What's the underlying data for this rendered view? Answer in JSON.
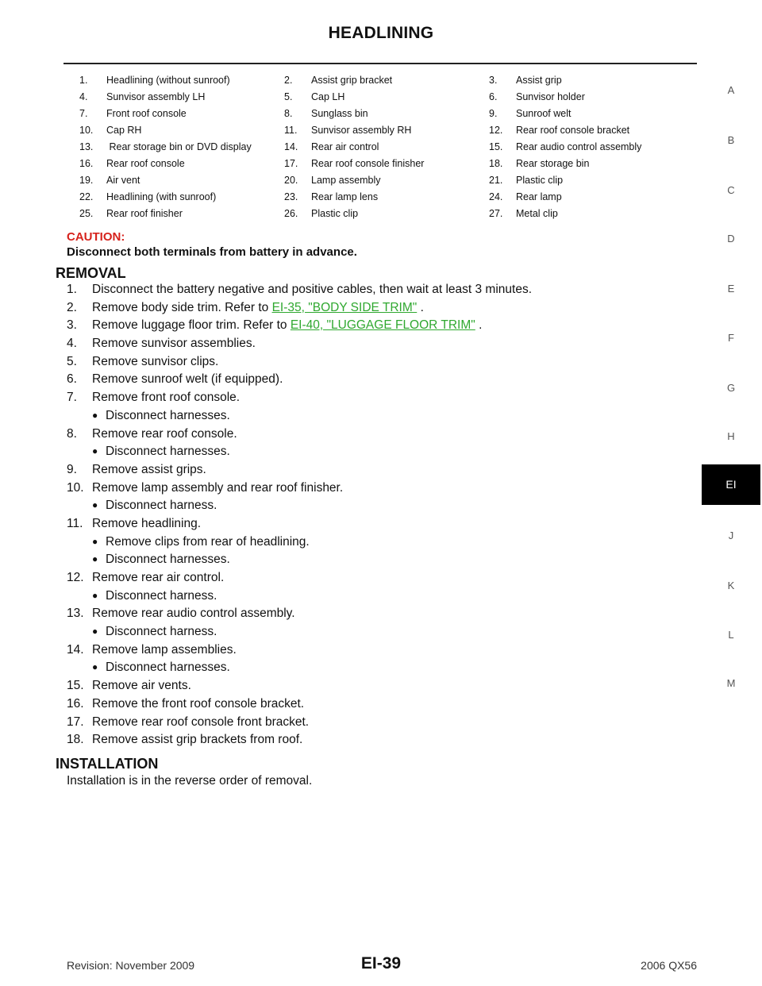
{
  "header": {
    "title": "HEADLINING"
  },
  "legend": [
    [
      {
        "n": "1.",
        "t": "Headlining (without sunroof)"
      },
      {
        "n": "2.",
        "t": "Assist grip bracket"
      },
      {
        "n": "3.",
        "t": "Assist grip"
      }
    ],
    [
      {
        "n": "4.",
        "t": "Sunvisor assembly LH"
      },
      {
        "n": "5.",
        "t": "Cap LH"
      },
      {
        "n": "6.",
        "t": "Sunvisor holder"
      }
    ],
    [
      {
        "n": "7.",
        "t": "Front roof console"
      },
      {
        "n": "8.",
        "t": "Sunglass bin"
      },
      {
        "n": "9.",
        "t": "Sunroof welt"
      }
    ],
    [
      {
        "n": "10.",
        "t": "Cap RH"
      },
      {
        "n": "11.",
        "t": "Sunvisor assembly RH"
      },
      {
        "n": "12.",
        "t": "Rear roof console bracket"
      }
    ],
    [
      {
        "n": "13.",
        "t": " Rear storage bin or DVD display"
      },
      {
        "n": "14.",
        "t": "Rear air control"
      },
      {
        "n": "15.",
        "t": "Rear audio control assembly"
      }
    ],
    [
      {
        "n": "16.",
        "t": "Rear roof console"
      },
      {
        "n": "17.",
        "t": "Rear roof console finisher"
      },
      {
        "n": "18.",
        "t": "Rear storage bin"
      }
    ],
    [
      {
        "n": "19.",
        "t": "Air vent"
      },
      {
        "n": "20.",
        "t": "Lamp assembly"
      },
      {
        "n": "21.",
        "t": "Plastic clip"
      }
    ],
    [
      {
        "n": "22.",
        "t": "Headlining (with sunroof)"
      },
      {
        "n": "23.",
        "t": "Rear lamp lens"
      },
      {
        "n": "24.",
        "t": "Rear lamp"
      }
    ],
    [
      {
        "n": "25.",
        "t": "Rear roof finisher"
      },
      {
        "n": "26.",
        "t": "Plastic clip"
      },
      {
        "n": "27.",
        "t": "Metal clip"
      }
    ]
  ],
  "caution": {
    "head": "CAUTION:",
    "body": "Disconnect both terminals from battery in advance."
  },
  "removal": {
    "title": "REMOVAL",
    "steps": [
      {
        "n": "1.",
        "text": "Disconnect the battery negative and positive cables, then wait at least 3 minutes."
      },
      {
        "n": "2.",
        "text": "Remove body side trim. Refer to ",
        "link": "EI-35, \"BODY SIDE TRIM\"",
        "after": " ."
      },
      {
        "n": "3.",
        "text": "Remove luggage floor trim. Refer to ",
        "link": "EI-40, \"LUGGAGE FLOOR TRIM\"",
        "after": " ."
      },
      {
        "n": "4.",
        "text": "Remove sunvisor assemblies."
      },
      {
        "n": "5.",
        "text": "Remove sunvisor clips."
      },
      {
        "n": "6.",
        "text": "Remove sunroof welt (if equipped)."
      },
      {
        "n": "7.",
        "text": "Remove front roof console."
      },
      {
        "sub": "Disconnect harnesses."
      },
      {
        "n": "8.",
        "text": "Remove rear roof console."
      },
      {
        "sub": "Disconnect harnesses."
      },
      {
        "n": "9.",
        "text": "Remove assist grips."
      },
      {
        "n": "10.",
        "text": "Remove lamp assembly and rear roof finisher."
      },
      {
        "sub": "Disconnect harness."
      },
      {
        "n": "11.",
        "text": "Remove headlining."
      },
      {
        "sub": "Remove clips from rear of headlining."
      },
      {
        "sub": "Disconnect harnesses."
      },
      {
        "n": "12.",
        "text": "Remove rear air control."
      },
      {
        "sub": "Disconnect harness."
      },
      {
        "n": "13.",
        "text": "Remove rear audio control assembly."
      },
      {
        "sub": "Disconnect harness."
      },
      {
        "n": "14.",
        "text": "Remove lamp assemblies."
      },
      {
        "sub": "Disconnect harnesses."
      },
      {
        "n": "15.",
        "text": "Remove air vents."
      },
      {
        "n": "16.",
        "text": "Remove the front roof console bracket."
      },
      {
        "n": "17.",
        "text": "Remove rear roof console front bracket."
      },
      {
        "n": "18.",
        "text": "Remove assist grip brackets from roof."
      }
    ]
  },
  "installation": {
    "title": "INSTALLATION",
    "text": "Installation is in the reverse order of removal."
  },
  "side_tabs": {
    "items": [
      "A",
      "B",
      "C",
      "D",
      "E",
      "F",
      "G",
      "H",
      "EI",
      "J",
      "K",
      "L",
      "M"
    ],
    "active": "EI"
  },
  "footer": {
    "revision": "Revision: November 2009",
    "page": "EI-39",
    "model": "2006 QX56"
  }
}
